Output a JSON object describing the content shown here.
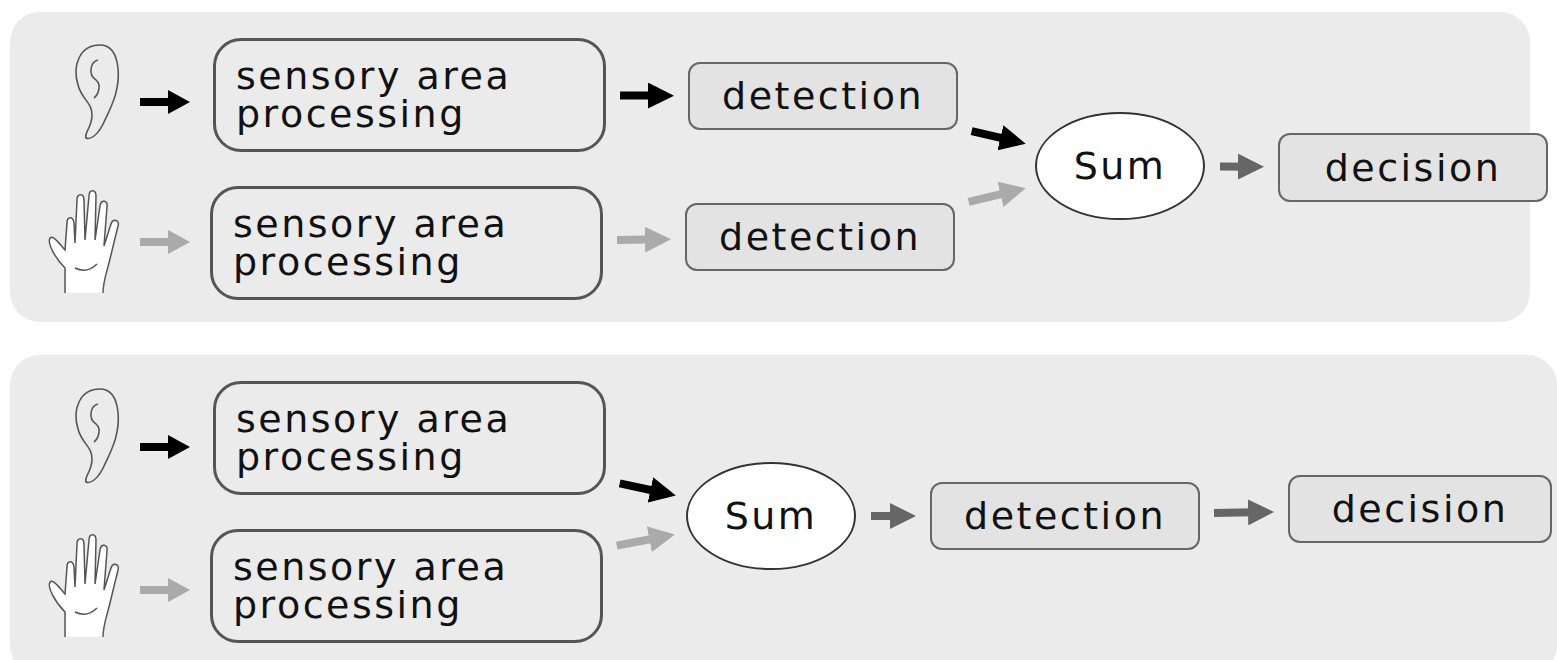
{
  "diagram": {
    "nodes": [
      {
        "text": [
          "sensory area processing"
        ]
      },
      {
        "text": [
          "detection"
        ]
      },
      {
        "text": [
          "sensory area processing"
        ]
      },
      {
        "text": [
          "detection"
        ]
      },
      {
        "text": [
          "Sum"
        ]
      },
      {
        "text": [
          "decision"
        ]
      },
      {
        "text": [
          "sensory area processing"
        ]
      },
      {
        "text": [
          "sensory area processing"
        ]
      },
      {
        "text": [
          "Sum"
        ]
      },
      {
        "text": [
          "detection"
        ]
      },
      {
        "text": [
          "decision"
        ]
      }
    ],
    "edges": [
      {
        "from": 0,
        "to": 1,
        "arrow": "to"
      },
      {
        "from": 1,
        "to": 4,
        "arrow": "to"
      },
      {
        "from": 2,
        "to": 3,
        "arrow": "to"
      },
      {
        "from": 3,
        "to": 4,
        "arrow": "to"
      },
      {
        "from": 4,
        "to": 5,
        "arrow": "to"
      },
      {
        "from": 6,
        "to": 8,
        "arrow": "to"
      },
      {
        "from": 7,
        "to": 8,
        "arrow": "to"
      },
      {
        "from": 8,
        "to": 9,
        "arrow": "to"
      },
      {
        "from": 9,
        "to": 10,
        "arrow": "to"
      }
    ]
  }
}
